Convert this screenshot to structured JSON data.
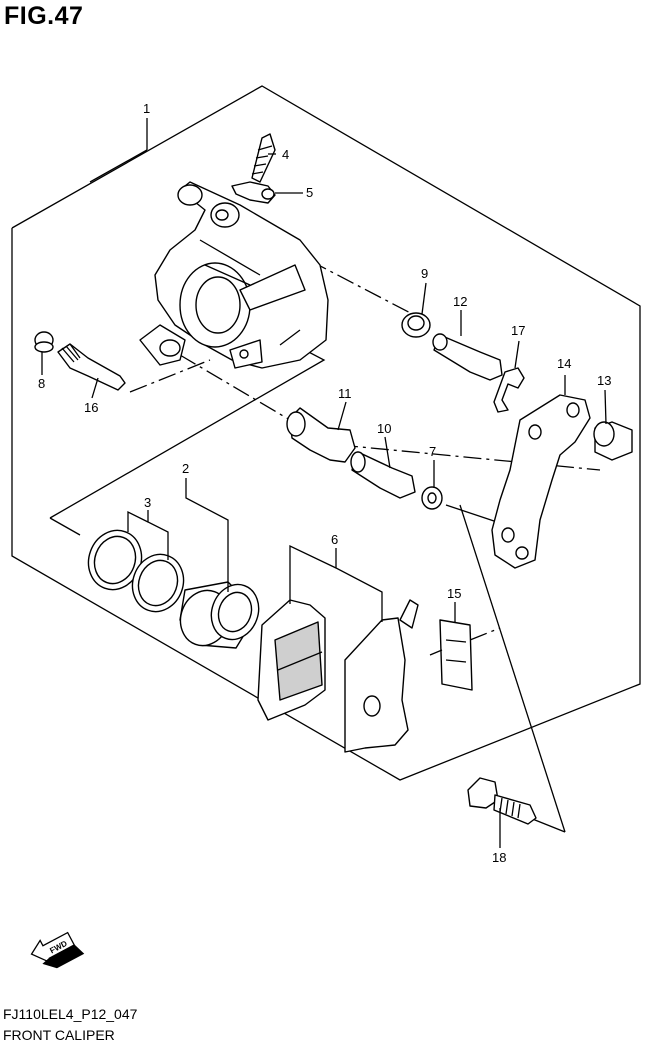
{
  "figure_title": "FIG.47",
  "callouts": [
    "1",
    "2",
    "3",
    "4",
    "5",
    "6",
    "7",
    "8",
    "9",
    "10",
    "11",
    "12",
    "13",
    "14",
    "15",
    "16",
    "17",
    "18"
  ],
  "fwd_label": "FWD",
  "footer": {
    "code": "FJ110LEL4_P12_047",
    "name": "FRONT CALIPER"
  }
}
